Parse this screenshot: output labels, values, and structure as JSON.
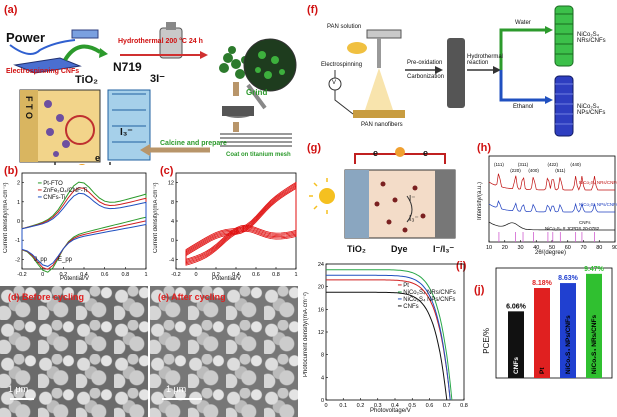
{
  "panels": {
    "a": {
      "label": "(a)",
      "power": "Power",
      "electrospinning": "Electrospinning CNFs",
      "hydrothermal": "Hydrothermal 200 °C 24 h",
      "tio2": "TiO₂",
      "n719": "N719",
      "triiodide": "3I⁻",
      "iodide": "I₃⁻",
      "fto": "F T O",
      "grind": "Grind",
      "calcine": "Calcine and prepare",
      "coat": "Coat on titanium mesh",
      "e1": "e",
      "e2": "e"
    },
    "b": {
      "label": "(b)",
      "ylabel": "Current density/(mA·cm⁻²)",
      "xlabel": "Potential/V",
      "legend": [
        "Pt-FTO",
        "ZnFe₂O₄/CNF-Ti",
        "CNFs-Ti"
      ],
      "jpp": "J_pp",
      "epp": "E_pp"
    },
    "c": {
      "label": "(c)",
      "ylabel": "Current density/(mA·cm⁻²)",
      "xlabel": "Potential/V"
    },
    "d": {
      "label": "(d) Before cycling",
      "scale": "1 μm"
    },
    "e": {
      "label": "(e) After cycling",
      "scale": "1 μm"
    },
    "f": {
      "label": "(f)",
      "pan_solution": "PAN solution",
      "electrospinning": "Electrospinning",
      "v": "V",
      "pan_nanofibers": "PAN nanofibers",
      "preox": "Pre-oxidation",
      "carb": "Carbonization",
      "hydro": "Hydrothermal reaction",
      "water": "Water",
      "ethanol": "Ethanol",
      "nras": "NiCo₂S₄ NRs/CNFs",
      "nps": "NiCo₂S₄ NPs/CNFs"
    },
    "g": {
      "label": "(g)",
      "e1": "e",
      "e2": "e",
      "iodide": "I⁻",
      "triiodide": "I₃⁻",
      "tio2": "TiO₂",
      "dye": "Dye",
      "redox": "I⁻/I₃⁻"
    },
    "h": {
      "label": "(h)",
      "ylabel": "Intensity/(a.u.)",
      "xlabel": "2θ/(degree)",
      "peaks": [
        "(111)",
        "(220)",
        "(311)",
        "(400)",
        "(422)",
        "(511)",
        "(440)"
      ],
      "traces": [
        "NiCo₂S₄ NRs/CNFs",
        "NiCo₂S₄ NPs/CNFs",
        "CNFs"
      ],
      "ref": "NiCo₂S₄ # JCPDS 20-0782"
    },
    "i": {
      "label": "(i)",
      "ylabel": "Photocurrent density/(mA·cm⁻²)",
      "xlabel": "Photovoltage/V",
      "legend": [
        "Pt",
        "NiCo₂S₄ NRs/CNFs",
        "NiCo₂S₄ NPs/CNFs",
        "CNFs"
      ]
    },
    "j": {
      "label": "(j)",
      "ylabel": "PCE/%"
    }
  },
  "chart_data": [
    {
      "type": "line",
      "panel": "b",
      "xlabel": "Potential/V",
      "ylabel": "Current density/(mA·cm⁻²)",
      "xlim": [
        -0.2,
        1.0
      ],
      "xticks": [
        -0.2,
        0,
        0.2,
        0.4,
        0.6,
        0.8,
        1.0
      ],
      "ylim": [
        -2.5,
        2.5
      ],
      "yticks": [
        -2,
        -1,
        0,
        1,
        2
      ],
      "series": [
        {
          "name": "Pt-FTO",
          "color": "#2a9a2a"
        },
        {
          "name": "ZnFe₂O₄/CNF-Ti",
          "color": "#d02020"
        },
        {
          "name": "CNFs-Ti",
          "color": "#2050c0"
        }
      ]
    },
    {
      "type": "line",
      "panel": "c",
      "xlabel": "Potential/V",
      "ylabel": "Current density/(mA·cm⁻²)",
      "xlim": [
        -0.2,
        1.0
      ],
      "xticks": [
        -0.2,
        0,
        0.2,
        0.4,
        0.6,
        0.8,
        1.0
      ],
      "ylim": [
        -6,
        14
      ],
      "yticks": [
        -4,
        0,
        4,
        8,
        12
      ],
      "series": [
        {
          "color": "#e01010"
        }
      ]
    },
    {
      "type": "line",
      "panel": "h",
      "xlabel": "2θ/(degree)",
      "ylabel": "Intensity/(a.u.)",
      "xlim": [
        10,
        90
      ],
      "xticks": [
        10,
        20,
        30,
        40,
        50,
        60,
        70,
        80,
        90
      ],
      "series": [
        {
          "name": "NiCo₂S₄ NRs/CNFs",
          "color": "#c01010"
        },
        {
          "name": "NiCo₂S₄ NPs/CNFs",
          "color": "#2040c0"
        },
        {
          "name": "CNFs",
          "color": "#111111"
        }
      ],
      "reference": {
        "name": "NiCo₂S₄ # JCPDS 20-0782",
        "color": "#d060d0",
        "positions": [
          16.3,
          26.8,
          31.6,
          38.3,
          47.4,
          50.5,
          55.3,
          65.0,
          69.0,
          77.0
        ]
      }
    },
    {
      "type": "line",
      "panel": "i",
      "xlabel": "Photovoltage/V",
      "ylabel": "Photocurrent density/(mA·cm⁻²)",
      "xlim": [
        0,
        0.8
      ],
      "xticks": [
        0,
        0.1,
        0.2,
        0.3,
        0.4,
        0.5,
        0.6,
        0.7,
        0.8
      ],
      "ylim": [
        0,
        24
      ],
      "yticks": [
        0,
        4,
        8,
        12,
        16,
        20,
        24
      ],
      "series": [
        {
          "name": "Pt",
          "color": "#d02020",
          "jsc": 21.2,
          "voc": 0.72
        },
        {
          "name": "NiCo₂S₄ NRs/CNFs",
          "color": "#2aa84a",
          "jsc": 23.0,
          "voc": 0.73
        },
        {
          "name": "NiCo₂S₄ NPs/CNFs",
          "color": "#2050c0",
          "jsc": 22.0,
          "voc": 0.72
        },
        {
          "name": "CNFs",
          "color": "#111111",
          "jsc": 19.0,
          "voc": 0.7
        }
      ]
    },
    {
      "type": "bar",
      "panel": "j",
      "ylabel": "PCE/%",
      "categories": [
        "CNFs",
        "Pt",
        "NiCo₂S₄ NPs/CNFs",
        "NiCo₂S₄ NRs/CNFs"
      ],
      "values": [
        6.06,
        8.18,
        8.63,
        9.47
      ],
      "value_labels": [
        "6.06%",
        "8.18%",
        "8.63%",
        "9.47%"
      ],
      "colors": [
        "#111111",
        "#e02020",
        "#2040d0",
        "#30c030"
      ],
      "ylim": [
        0,
        10
      ]
    }
  ]
}
